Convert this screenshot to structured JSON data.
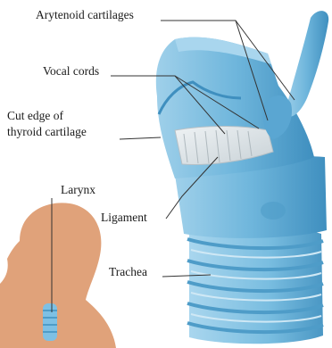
{
  "labels": {
    "arytenoid": "Arytenoid cartilages",
    "vocal_cords": "Vocal cords",
    "cut_edge_line1": "Cut edge of",
    "cut_edge_line2": "thyroid cartilage",
    "larynx": "Larynx",
    "ligament": "Ligament",
    "trachea": "Trachea"
  },
  "colors": {
    "cartilage": "#6fb6dc",
    "cartilage_dark": "#3f8fbf",
    "cartilage_light": "#a9d6ee",
    "trachea_ring": "#8ec7e6",
    "cords": "#d7dde0",
    "skin": "#e0a27a",
    "leader": "#333333"
  }
}
